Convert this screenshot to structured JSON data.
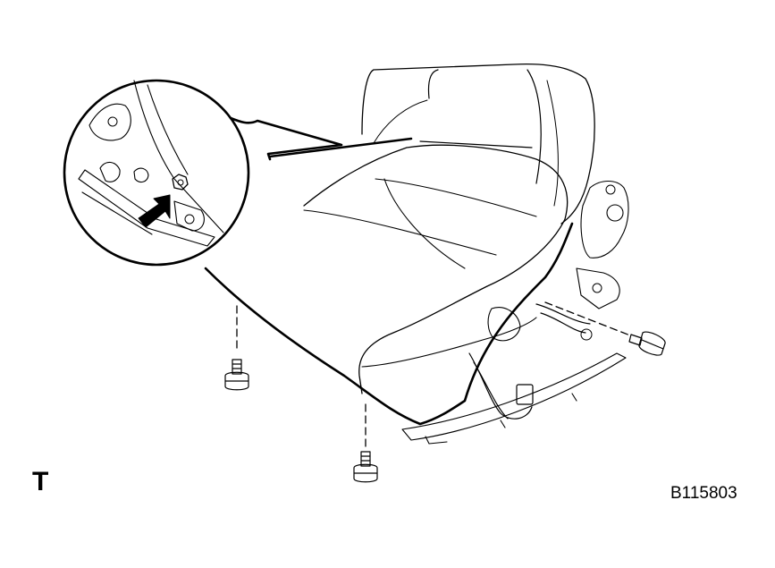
{
  "figure": {
    "view_marker": "T",
    "figure_code": "B115803"
  },
  "colors": {
    "line": "#000000",
    "background": "#ffffff"
  },
  "parts": {
    "seat": "seat-assembly",
    "bolts": [
      "bolt-front-left",
      "bolt-front-center",
      "bolt-right-side"
    ],
    "callout": "magnified-detail-view",
    "arrow": "pointer-arrow"
  }
}
